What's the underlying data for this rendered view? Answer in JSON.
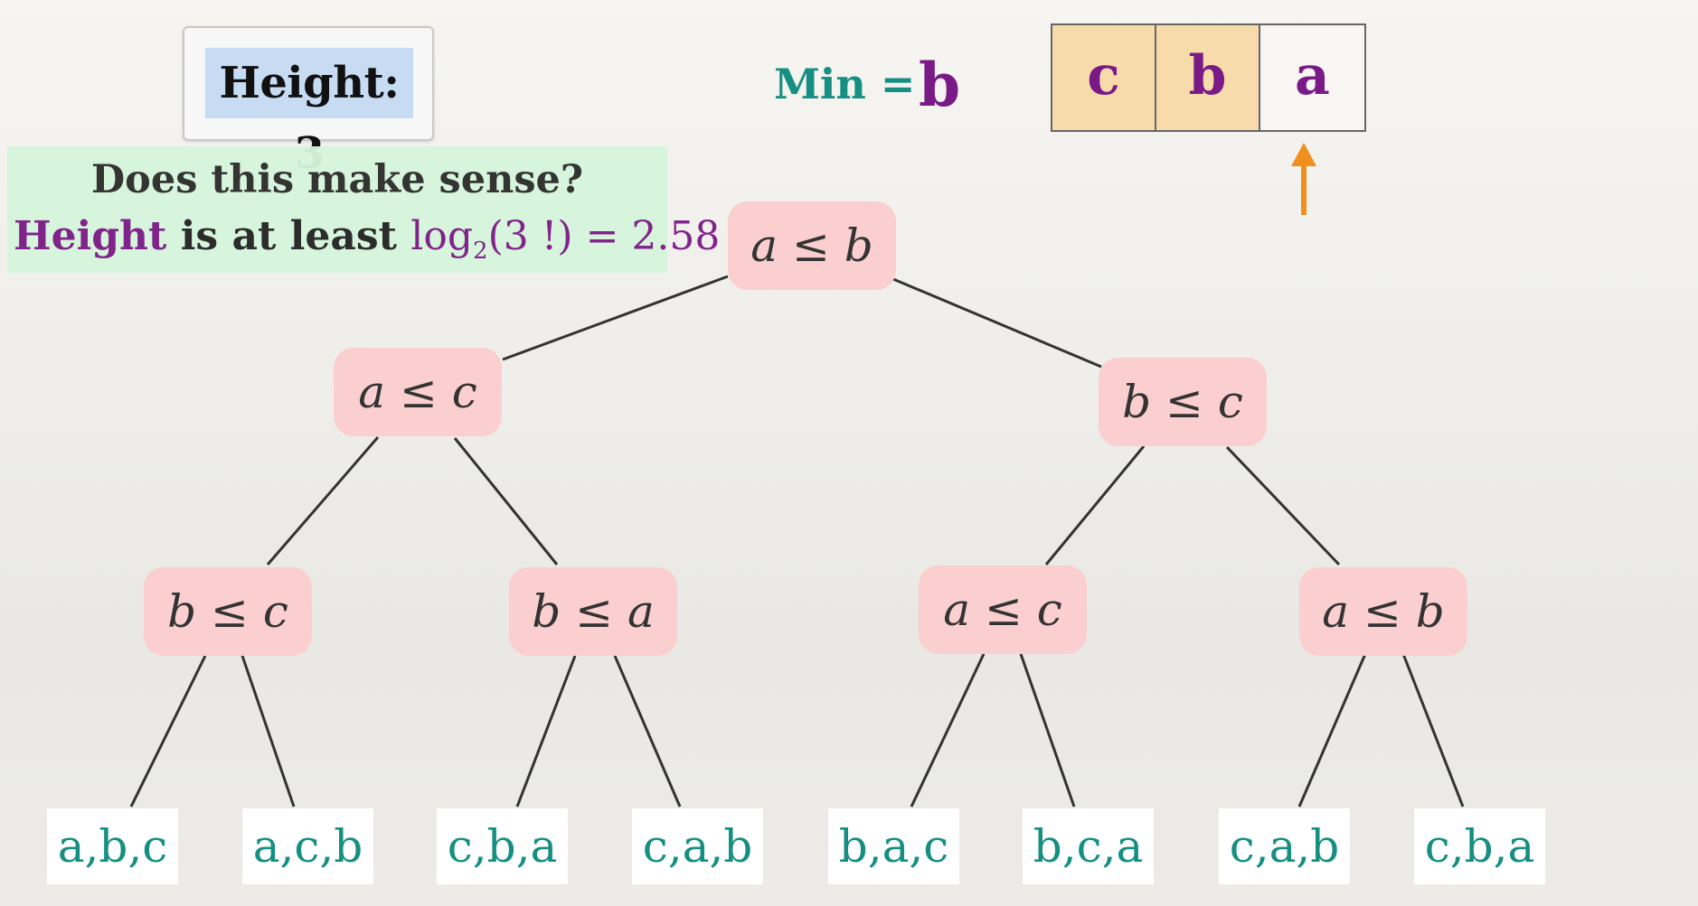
{
  "height_box": {
    "label": "Height: 3"
  },
  "sense": {
    "question": "Does this make sense?",
    "line_height": "Height",
    "line_mid": " is at least ",
    "line_log": "log",
    "line_sub": "2",
    "line_arg": "(3 !)",
    "line_eq": " = 2.58"
  },
  "min": {
    "label": "Min =",
    "value": "b"
  },
  "array": [
    {
      "text": "c",
      "highlighted": true
    },
    {
      "text": "b",
      "highlighted": true
    },
    {
      "text": "a",
      "highlighted": false
    }
  ],
  "colors": {
    "node_fill": "#fbcfcf",
    "leaf_text": "#168f83",
    "purple": "#7a1a86",
    "pointer": "#f0901c",
    "highlight": "#f8dbab",
    "height_fill": "#c7dbf3",
    "sense_fill": "#d6f6dc"
  },
  "tree": {
    "root": "a ≤ b",
    "level1": [
      "a ≤ c",
      "b ≤ c"
    ],
    "level2": [
      "b ≤ c",
      "b ≤ a",
      "a ≤ c",
      "a ≤ b"
    ],
    "leaves": [
      "a,b,c",
      "a,c,b",
      "c,b,a",
      "c,a,b",
      "b,a,c",
      "b,c,a",
      "c,a,b",
      "c,b,a"
    ]
  },
  "icons": {
    "pointer": "arrow-up-icon"
  }
}
